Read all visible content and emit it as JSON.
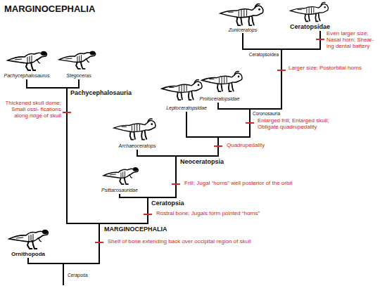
{
  "diagram": {
    "title": "MARGINOCEPHALIA",
    "labels": [
      "Zuniceratops",
      "Ceratopsidae",
      "Even larger size; Nasal horn; Shear- ing dental battery",
      "Pachycephalosaurus",
      "Stegoceras",
      "Ceratopsoidea",
      "Larger size; Postorbital horns",
      "Protoceratopsidae",
      "Pachycephalosauria",
      "Leptoceratopsidae",
      "Coronosauria",
      "Enlarged frill; Enlarged skull; Obligate quadrupedality",
      "Thickened skull dome; Small ossi- fications along ridge of skull",
      "Archaeoceratops",
      "Quadrupedality",
      "Neoceratopsia",
      "Psittacosauridae",
      "Frill; Jugal “horns” well posterior of the orbit",
      "Ceratopsia",
      "Rostral bone; Jugals form pointed “horns”",
      "MARGINOCEPHALIA",
      "Shelf of bone extending back over occipital region of skull",
      "Ornithopoda",
      "Cerapoda"
    ]
  }
}
